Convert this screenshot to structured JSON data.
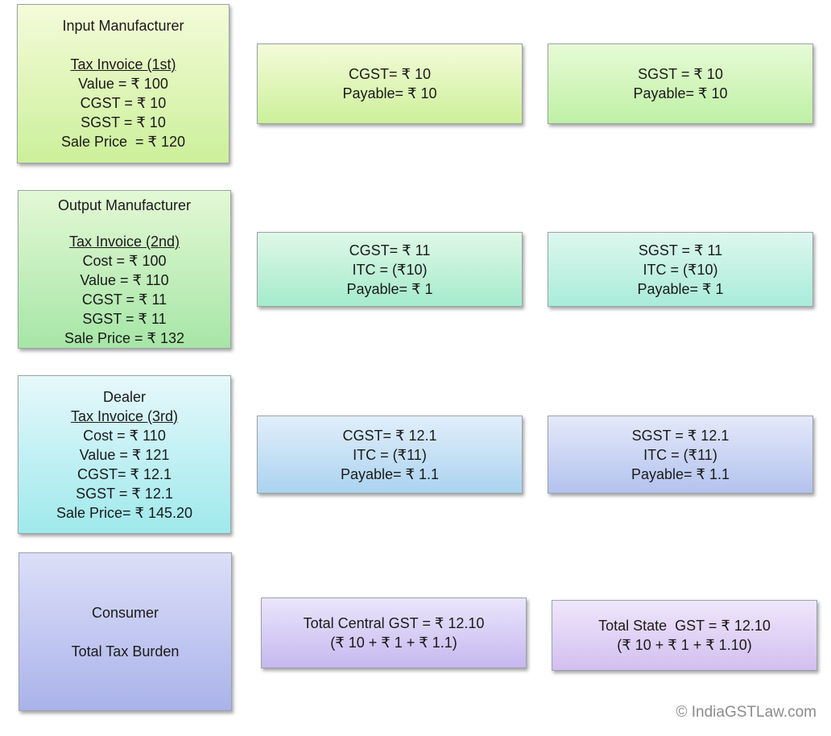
{
  "rows": [
    {
      "left": {
        "title": "Input Manufacturer",
        "invoice": "Tax Invoice (1st)",
        "lines": [
          "Value = ₹ 100",
          "CGST = ₹ 10",
          "SGST = ₹ 10",
          "Sale Price  = ₹ 120"
        ]
      },
      "cgst": [
        "CGST= ₹ 10",
        "Payable= ₹ 10"
      ],
      "sgst": [
        "SGST = ₹ 10",
        "Payable= ₹ 10"
      ]
    },
    {
      "left": {
        "title": "Output Manufacturer",
        "invoice": "Tax Invoice (2nd)",
        "lines": [
          "Cost = ₹ 100",
          "Value = ₹ 110",
          "CGST = ₹ 11",
          "SGST = ₹ 11",
          "Sale Price = ₹ 132"
        ]
      },
      "cgst": [
        "CGST= ₹ 11",
        "ITC = (₹10)",
        "Payable= ₹ 1"
      ],
      "sgst": [
        "SGST = ₹ 11",
        "ITC = (₹10)",
        "Payable= ₹ 1"
      ]
    },
    {
      "left": {
        "title": "Dealer",
        "invoice": "Tax Invoice (3rd)",
        "lines": [
          "Cost = ₹ 110",
          "Value = ₹ 121",
          "CGST= ₹ 12.1",
          "SGST = ₹ 12.1",
          "Sale Price= ₹ 145.20"
        ]
      },
      "cgst": [
        "CGST= ₹ 12.1",
        "ITC = (₹11)",
        "Payable= ₹ 1.1"
      ],
      "sgst": [
        "SGST = ₹ 12.1",
        "ITC = (₹11)",
        "Payable= ₹ 1.1"
      ]
    },
    {
      "left": {
        "title": "Consumer",
        "subtitle": "Total Tax Burden"
      },
      "cgst": [
        "Total Central GST = ₹ 12.10",
        "(₹ 10 + ₹ 1 + ₹ 1.1)"
      ],
      "sgst": [
        "Total State  GST = ₹ 12.10",
        "(₹ 10 + ₹ 1 + ₹ 1.10)"
      ]
    }
  ],
  "watermark": "©  IndiaGSTLaw.com"
}
